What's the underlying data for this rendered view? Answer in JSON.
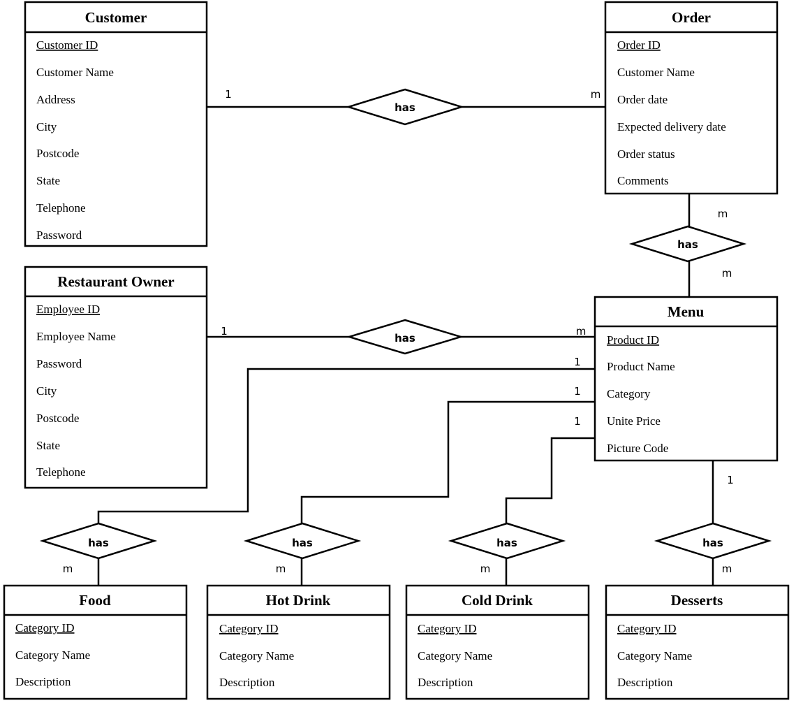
{
  "entities": {
    "customer": {
      "title": "Customer",
      "attributes": [
        "Customer ID",
        "Customer Name",
        "Address",
        "City",
        "Postcode",
        "State",
        "Telephone",
        "Password"
      ]
    },
    "order": {
      "title": "Order",
      "attributes": [
        "Order ID",
        "Customer Name",
        "Order date",
        "Expected delivery date",
        "Order status",
        "Comments"
      ]
    },
    "restaurant_owner": {
      "title": "Restaurant Owner",
      "attributes": [
        "Employee ID",
        "Employee Name",
        "Password",
        "City",
        "Postcode",
        "State",
        "Telephone"
      ]
    },
    "menu": {
      "title": "Menu",
      "attributes": [
        "Product ID",
        "Product Name",
        "Category",
        "Unite Price",
        "Picture Code"
      ]
    },
    "food": {
      "title": "Food",
      "attributes": [
        "Category ID",
        "Category Name",
        "Description"
      ]
    },
    "hot_drink": {
      "title": "Hot Drink",
      "attributes": [
        "Category ID",
        "Category Name",
        "Description"
      ]
    },
    "cold_drink": {
      "title": "Cold Drink",
      "attributes": [
        "Category ID",
        "Category Name",
        "Description"
      ]
    },
    "desserts": {
      "title": "Desserts",
      "attributes": [
        "Category ID",
        "Category Name",
        "Description"
      ]
    }
  },
  "relationships": {
    "customer_order": {
      "label": "has",
      "from_card": "1",
      "to_card": "m"
    },
    "order_menu": {
      "label": "has",
      "from_card": "m",
      "to_card": "m"
    },
    "owner_menu": {
      "label": "has",
      "from_card": "1",
      "to_card": "m"
    },
    "menu_food": {
      "label": "has",
      "from_card": "1",
      "to_card": "m"
    },
    "menu_hot_drink": {
      "label": "has",
      "from_card": "1",
      "to_card": "m"
    },
    "menu_cold_drink": {
      "label": "has",
      "from_card": "1",
      "to_card": "m"
    },
    "menu_desserts": {
      "label": "has",
      "from_card": "1",
      "to_card": "m"
    }
  }
}
